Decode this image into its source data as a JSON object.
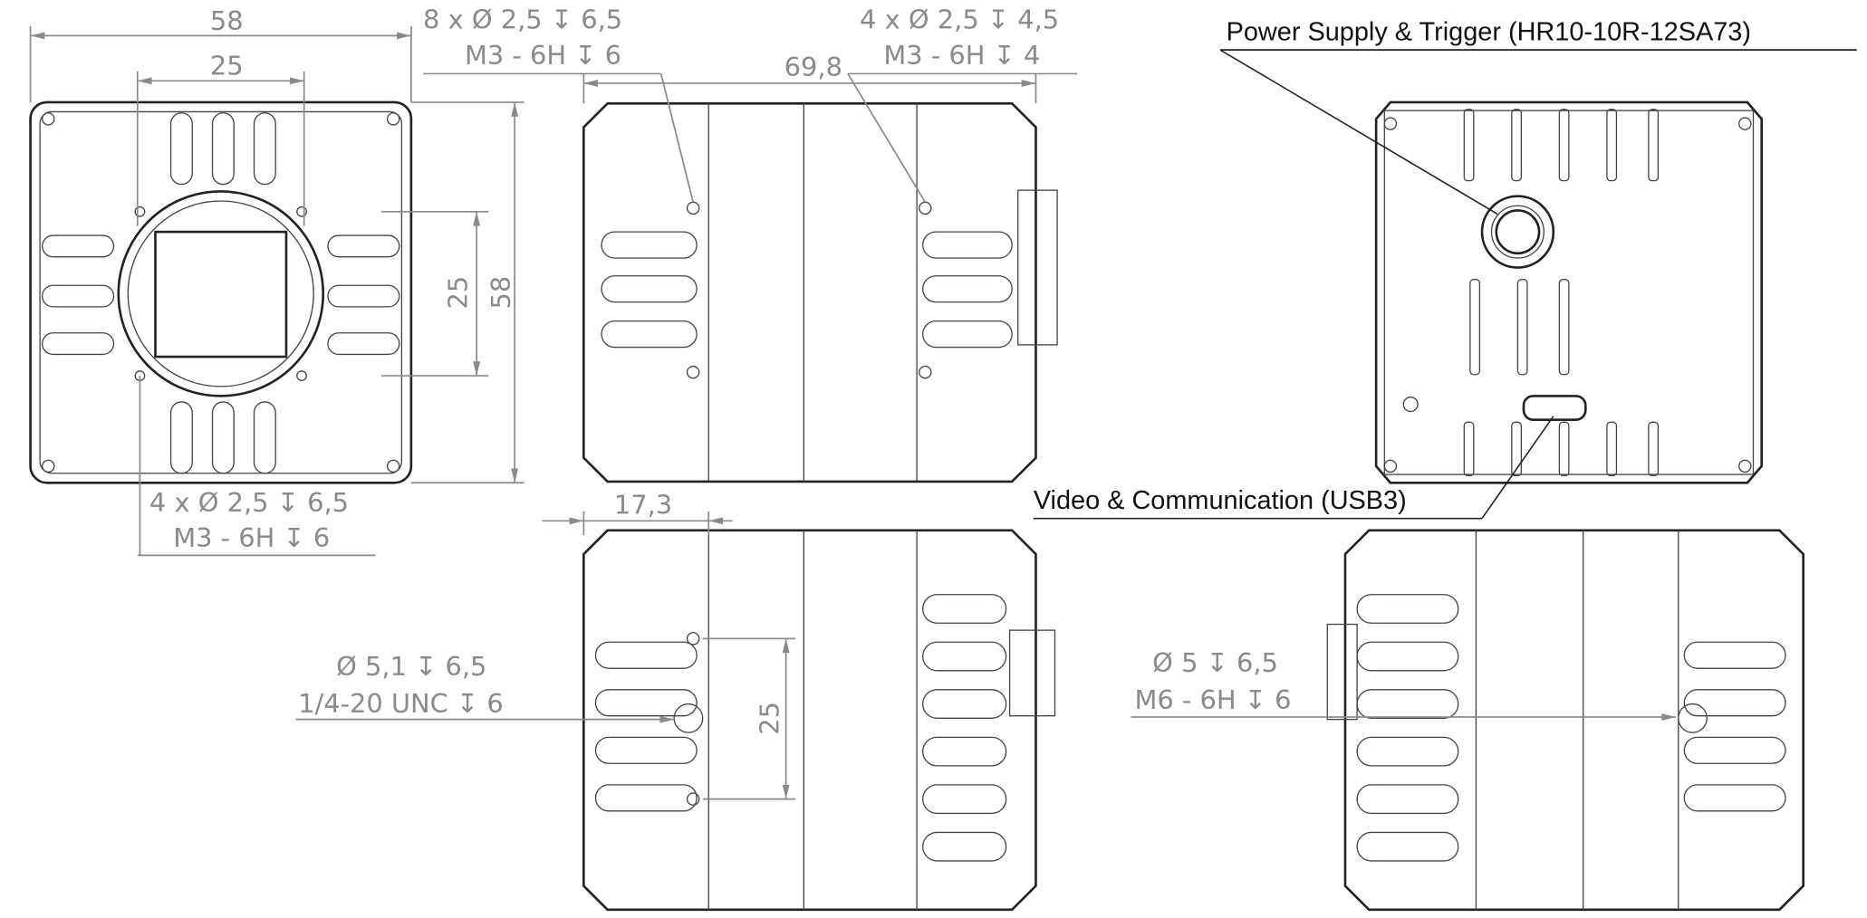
{
  "front_view": {
    "width_dim": "58",
    "lens_span_dim": "25",
    "height_dim": "58",
    "inner_height_dim": "25",
    "holes_note_line1": "4 x Ø 2,5 ↧ 6,5",
    "holes_note_line2": "M3 - 6H ↧ 6"
  },
  "side_view_top": {
    "length_dim": "69,8",
    "left_holes_line1": "8 x Ø 2,5 ↧ 6,5",
    "left_holes_line2": "M3 - 6H ↧ 6",
    "right_holes_line1": "4 x Ø 2,5 ↧ 4,5",
    "right_holes_line2": "M3 - 6H ↧ 4"
  },
  "back_view": {
    "power_label": "Power Supply & Trigger (HR10-10R-12SA73)",
    "video_label": "Video & Communication (USB3)"
  },
  "side_view_bottom": {
    "offset_dim": "17,3",
    "hole_spacing_dim": "25",
    "tripod_line1": "Ø 5,1 ↧ 6,5",
    "tripod_line2": "1/4-20 UNC  ↧ 6"
  },
  "side_view_right": {
    "hole_line1": "Ø 5 ↧ 6,5",
    "hole_line2": "M6 - 6H ↧ 6"
  }
}
